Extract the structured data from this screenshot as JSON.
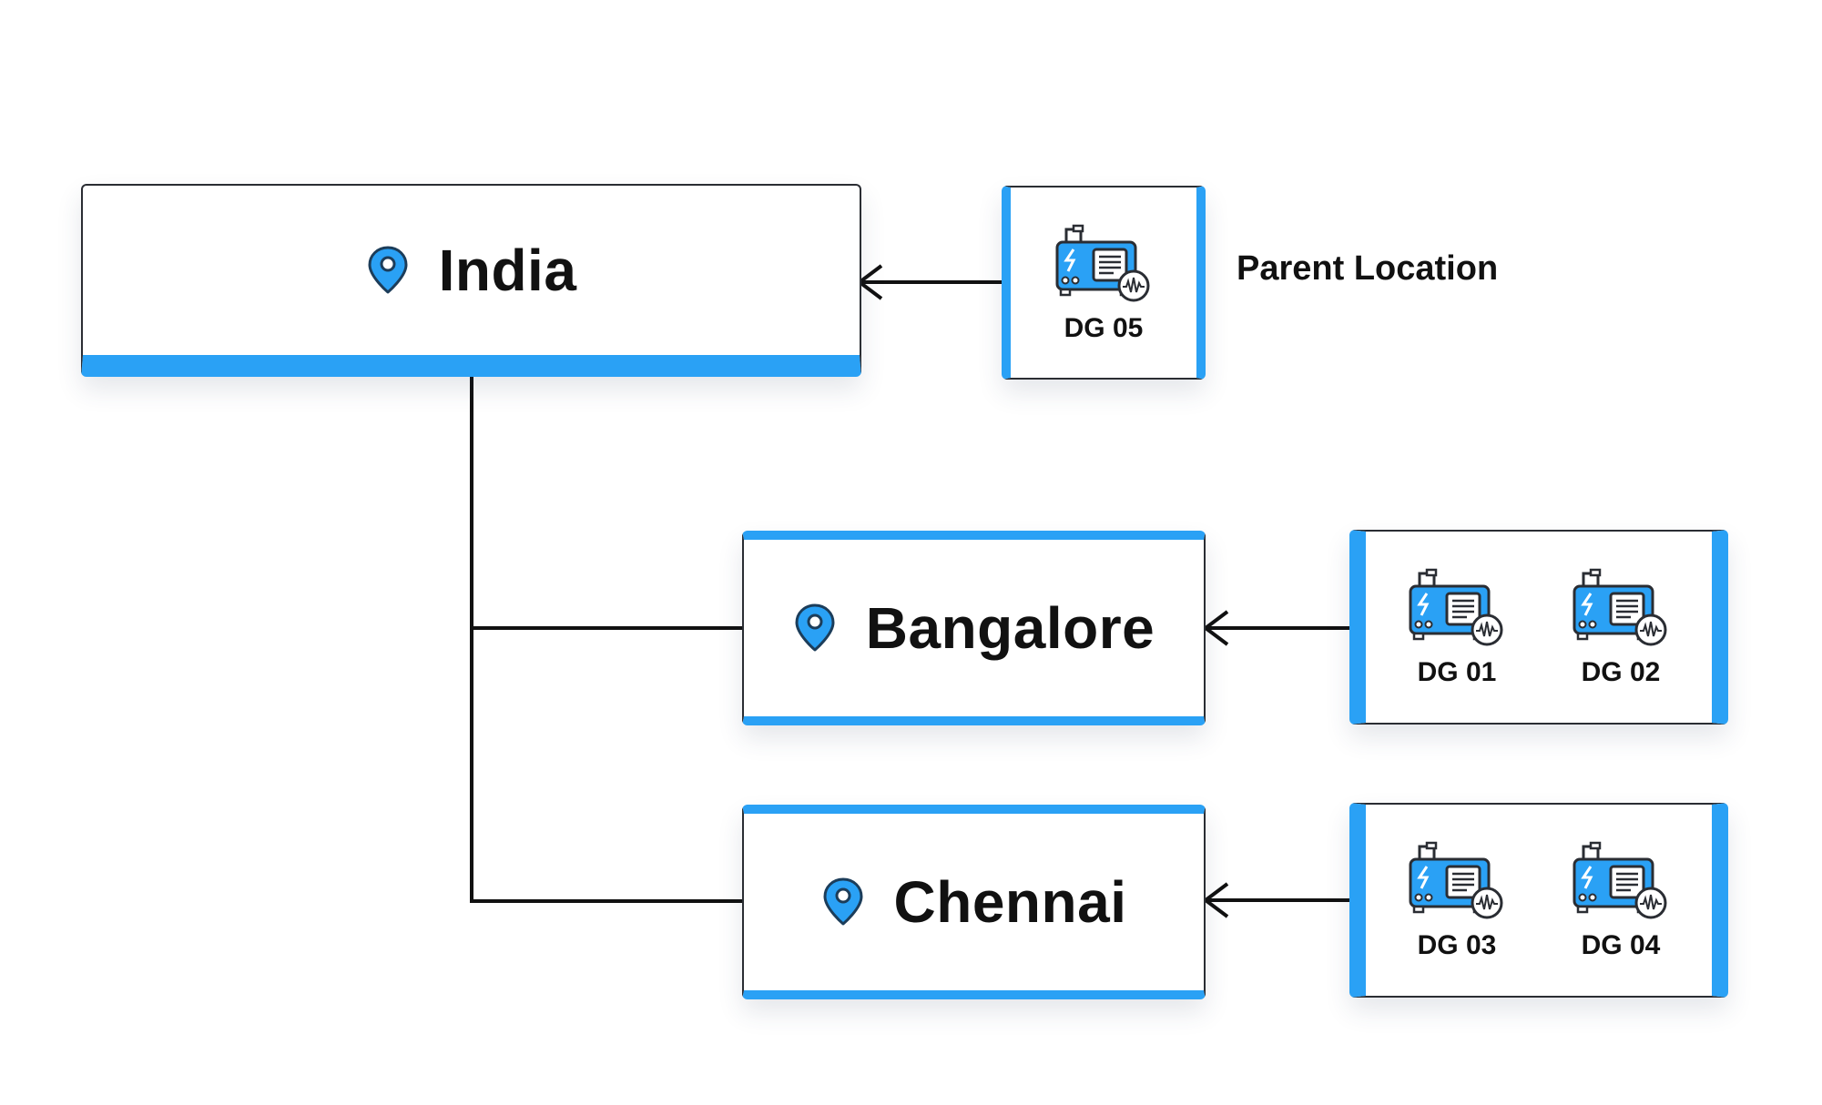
{
  "colors": {
    "accent": "#2aa1f5",
    "line": "#111111",
    "border": "#2a2d33"
  },
  "icons": {
    "location": "map-pin-icon",
    "generator": "diesel-generator-icon"
  },
  "parent": {
    "name": "India",
    "label": "Parent Location",
    "assets": [
      "DG 05"
    ]
  },
  "children": [
    {
      "name": "Bangalore",
      "assets": [
        "DG 01",
        "DG 02"
      ]
    },
    {
      "name": "Chennai",
      "assets": [
        "DG 03",
        "DG 04"
      ]
    }
  ]
}
